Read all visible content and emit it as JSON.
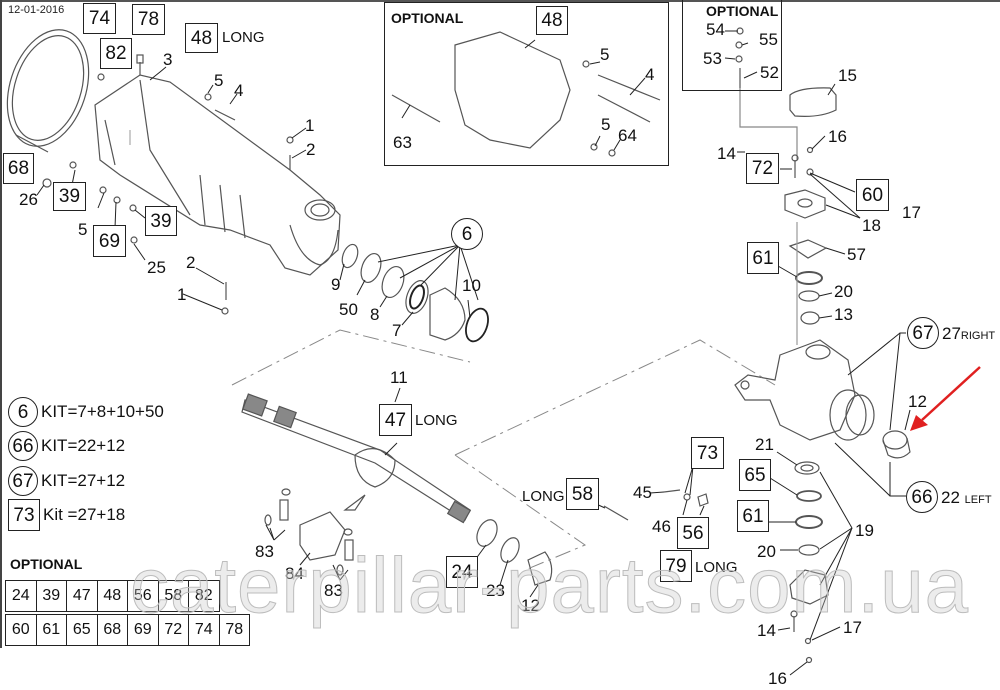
{
  "header": {
    "date": "12-01-2016"
  },
  "optional_frames": {
    "center": {
      "title": "OPTIONAL"
    },
    "right": {
      "title": "OPTIONAL"
    }
  },
  "callouts": {
    "box74": "74",
    "box78": "78",
    "box82": "82",
    "box48": "48",
    "long48": "LONG",
    "n3": "3",
    "n5a": "5",
    "n4a": "4",
    "n1a": "1",
    "n2a": "2",
    "box68": "68",
    "n26": "26",
    "box39a": "39",
    "n5b": "5",
    "box39b": "39",
    "box69": "69",
    "n25": "25",
    "n2b": "2",
    "n1b": "1",
    "n9": "9",
    "n50": "50",
    "n8": "8",
    "n7": "7",
    "n10": "10",
    "circ6": "6",
    "box48opt": "48",
    "n5c": "5",
    "n4b": "4",
    "n63": "63",
    "n5d": "5",
    "n64": "64",
    "n54": "54",
    "n55": "55",
    "n53": "53",
    "n52": "52",
    "n15": "15",
    "n16a": "16",
    "n14a": "14",
    "box72": "72",
    "box60": "60",
    "n17a": "17",
    "n18": "18",
    "box61a": "61",
    "n57": "57",
    "n20a": "20",
    "n13": "13",
    "circ67": "67",
    "n27right": "27",
    "right_txt": "RIGHT",
    "n12a": "12",
    "circ66": "66",
    "n22left": "22",
    "left_txt": "LEFT",
    "n21": "21",
    "box65": "65",
    "box61b": "61",
    "n19": "19",
    "n20b": "20",
    "n14b": "14",
    "n17b": "17",
    "n16b": "16",
    "n11": "11",
    "box47": "47",
    "long47": "LONG",
    "long58": "LONG",
    "box58": "58",
    "n45": "45",
    "box73": "73",
    "n46": "46",
    "box56": "56",
    "box79": "79",
    "long79": "LONG",
    "n83a": "83",
    "n84": "84",
    "n83b": "83",
    "box24": "24",
    "n23": "23",
    "n12b": "12"
  },
  "kits": [
    {
      "id": "6",
      "shape": "circle",
      "text": "KIT=7+8+10+50"
    },
    {
      "id": "66",
      "shape": "circle",
      "text": "KIT=22+12"
    },
    {
      "id": "67",
      "shape": "circle",
      "text": "KIT=27+12"
    },
    {
      "id": "73",
      "shape": "box",
      "text": "Kit =27+18"
    }
  ],
  "optional_table": {
    "title": "OPTIONAL",
    "row1": [
      "24",
      "39",
      "47",
      "48",
      "56",
      "58",
      "82"
    ],
    "row2": [
      "60",
      "61",
      "65",
      "68",
      "69",
      "72",
      "74",
      "78"
    ]
  },
  "watermark": "caterpillar-parts.com.ua",
  "colors": {
    "arrow": "#e02020",
    "line": "#222222",
    "part": "#555555"
  }
}
